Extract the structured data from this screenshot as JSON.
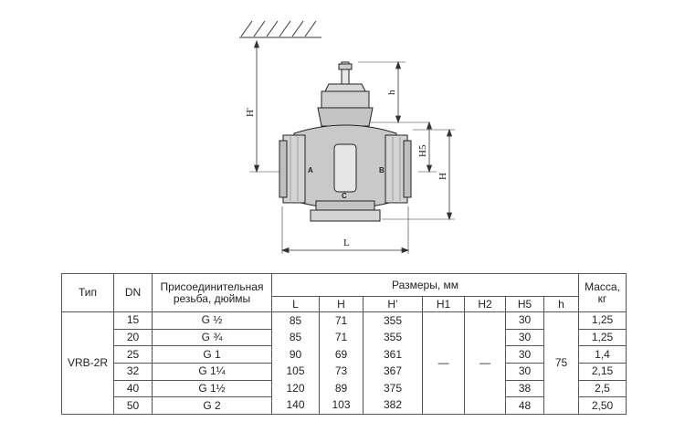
{
  "drawing": {
    "dim_labels": {
      "h_prime": "H'",
      "h": "h",
      "h5": "H5",
      "H": "H",
      "L": "L"
    },
    "ports": {
      "a": "A",
      "b": "B",
      "c": "C"
    }
  },
  "table": {
    "headers": {
      "type": "Тип",
      "dn": "DN",
      "thread": "Присоединительная резьба, дюймы",
      "dims_group": "Размеры, мм",
      "mass": "Масса, кг"
    },
    "subheaders": [
      "L",
      "H",
      "H’",
      "H1",
      "H2",
      "H5",
      "h"
    ],
    "type_value": "VRB-2R",
    "h1_value": "—",
    "h2_value": "—",
    "h_value": "75",
    "rows": [
      {
        "dn": "15",
        "thread": "G ½",
        "L": "85",
        "H": "71",
        "H_prime": "355",
        "H5": "30",
        "mass": "1,25"
      },
      {
        "dn": "20",
        "thread": "G ¾",
        "L": "85",
        "H": "71",
        "H_prime": "355",
        "H5": "30",
        "mass": "1,25"
      },
      {
        "dn": "25",
        "thread": "G 1",
        "L": "90",
        "H": "69",
        "H_prime": "361",
        "H5": "30",
        "mass": "1,4"
      },
      {
        "dn": "32",
        "thread": "G 1¼",
        "L": "105",
        "H": "73",
        "H_prime": "367",
        "H5": "30",
        "mass": "2,15"
      },
      {
        "dn": "40",
        "thread": "G 1½",
        "L": "120",
        "H": "89",
        "H_prime": "375",
        "H5": "38",
        "mass": "2,5"
      },
      {
        "dn": "50",
        "thread": "G 2",
        "L": "140",
        "H": "103",
        "H_prime": "382",
        "H5": "48",
        "mass": "2,50"
      }
    ]
  }
}
